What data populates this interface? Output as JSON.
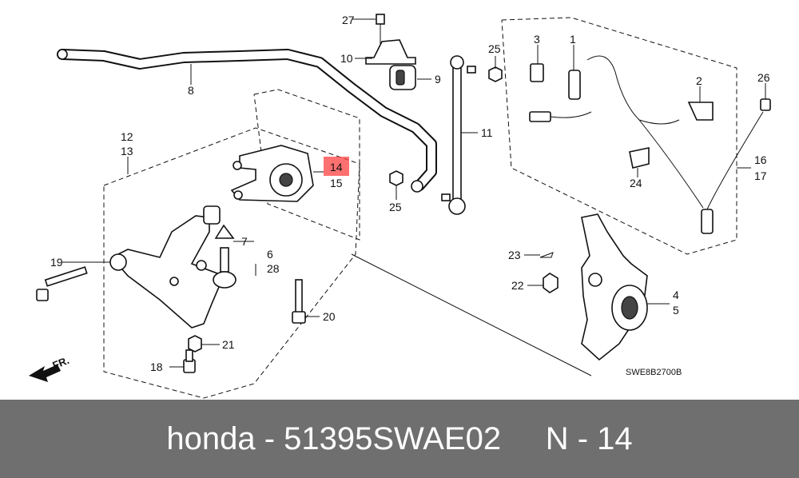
{
  "diagram": {
    "code": "SWE8B2700B",
    "direction_label": "FR.",
    "highlight_color": "#ff4040",
    "callouts": [
      {
        "id": "27",
        "label": "27"
      },
      {
        "id": "10",
        "label": "10"
      },
      {
        "id": "9",
        "label": "9"
      },
      {
        "id": "8",
        "label": "8"
      },
      {
        "id": "25a",
        "label": "25"
      },
      {
        "id": "3",
        "label": "3"
      },
      {
        "id": "1",
        "label": "1"
      },
      {
        "id": "2",
        "label": "2"
      },
      {
        "id": "26",
        "label": "26"
      },
      {
        "id": "12",
        "label": "12"
      },
      {
        "id": "13",
        "label": "13"
      },
      {
        "id": "14",
        "label": "14"
      },
      {
        "id": "15",
        "label": "15"
      },
      {
        "id": "11",
        "label": "11"
      },
      {
        "id": "25b",
        "label": "25"
      },
      {
        "id": "24",
        "label": "24"
      },
      {
        "id": "16",
        "label": "16"
      },
      {
        "id": "17",
        "label": "17"
      },
      {
        "id": "19",
        "label": "19"
      },
      {
        "id": "7",
        "label": "7"
      },
      {
        "id": "6",
        "label": "6"
      },
      {
        "id": "28",
        "label": "28"
      },
      {
        "id": "20",
        "label": "20"
      },
      {
        "id": "21",
        "label": "21"
      },
      {
        "id": "18",
        "label": "18"
      },
      {
        "id": "23",
        "label": "23"
      },
      {
        "id": "22",
        "label": "22"
      },
      {
        "id": "4",
        "label": "4"
      },
      {
        "id": "5",
        "label": "5"
      }
    ]
  },
  "footer": {
    "text": "honda - 51395SWAE02     N - 14"
  }
}
